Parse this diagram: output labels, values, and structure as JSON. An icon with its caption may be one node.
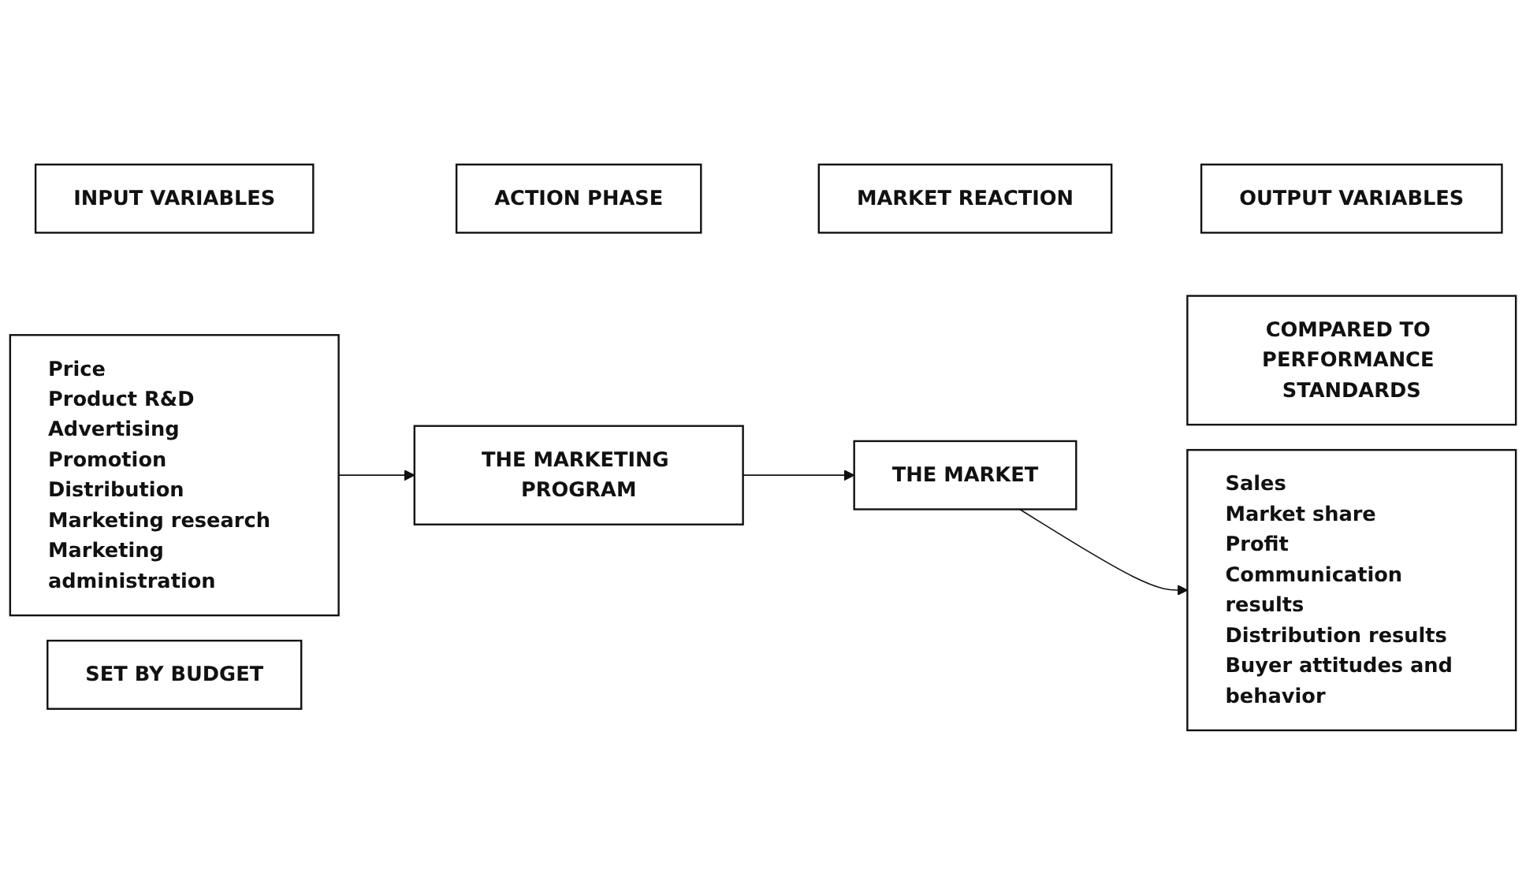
{
  "diagram": {
    "nodes": [
      {
        "text": [
          "INPUT VARIABLES"
        ]
      },
      {
        "text": [
          "Price",
          "Product R&D",
          "Advertising",
          "Promotion",
          "Distribution",
          "Marketing research",
          "Marketing administration"
        ]
      },
      {
        "text": [
          "SET BY BUDGET"
        ]
      },
      {
        "text": [
          "ACTION PHASE"
        ]
      },
      {
        "text": [
          "THE MARKETING PROGRAM"
        ]
      },
      {
        "text": [
          "MARKET REACTION"
        ]
      },
      {
        "text": [
          "THE MARKET"
        ]
      },
      {
        "text": [
          "OUTPUT VARIABLES"
        ]
      },
      {
        "text": [
          "Sales",
          "Market share",
          "Profit",
          "Communication results",
          "Distribution results",
          "Buyer attitudes and behavior"
        ]
      },
      {
        "text": [
          "COMPARED TO PERFORMANCE STANDARDS"
        ]
      }
    ],
    "edges": [
      {
        "from": 1,
        "to": 4,
        "arrow": "to"
      },
      {
        "from": 4,
        "to": 6,
        "arrow": "to"
      },
      {
        "from": 6,
        "to": 8,
        "arrow": "to"
      }
    ]
  }
}
